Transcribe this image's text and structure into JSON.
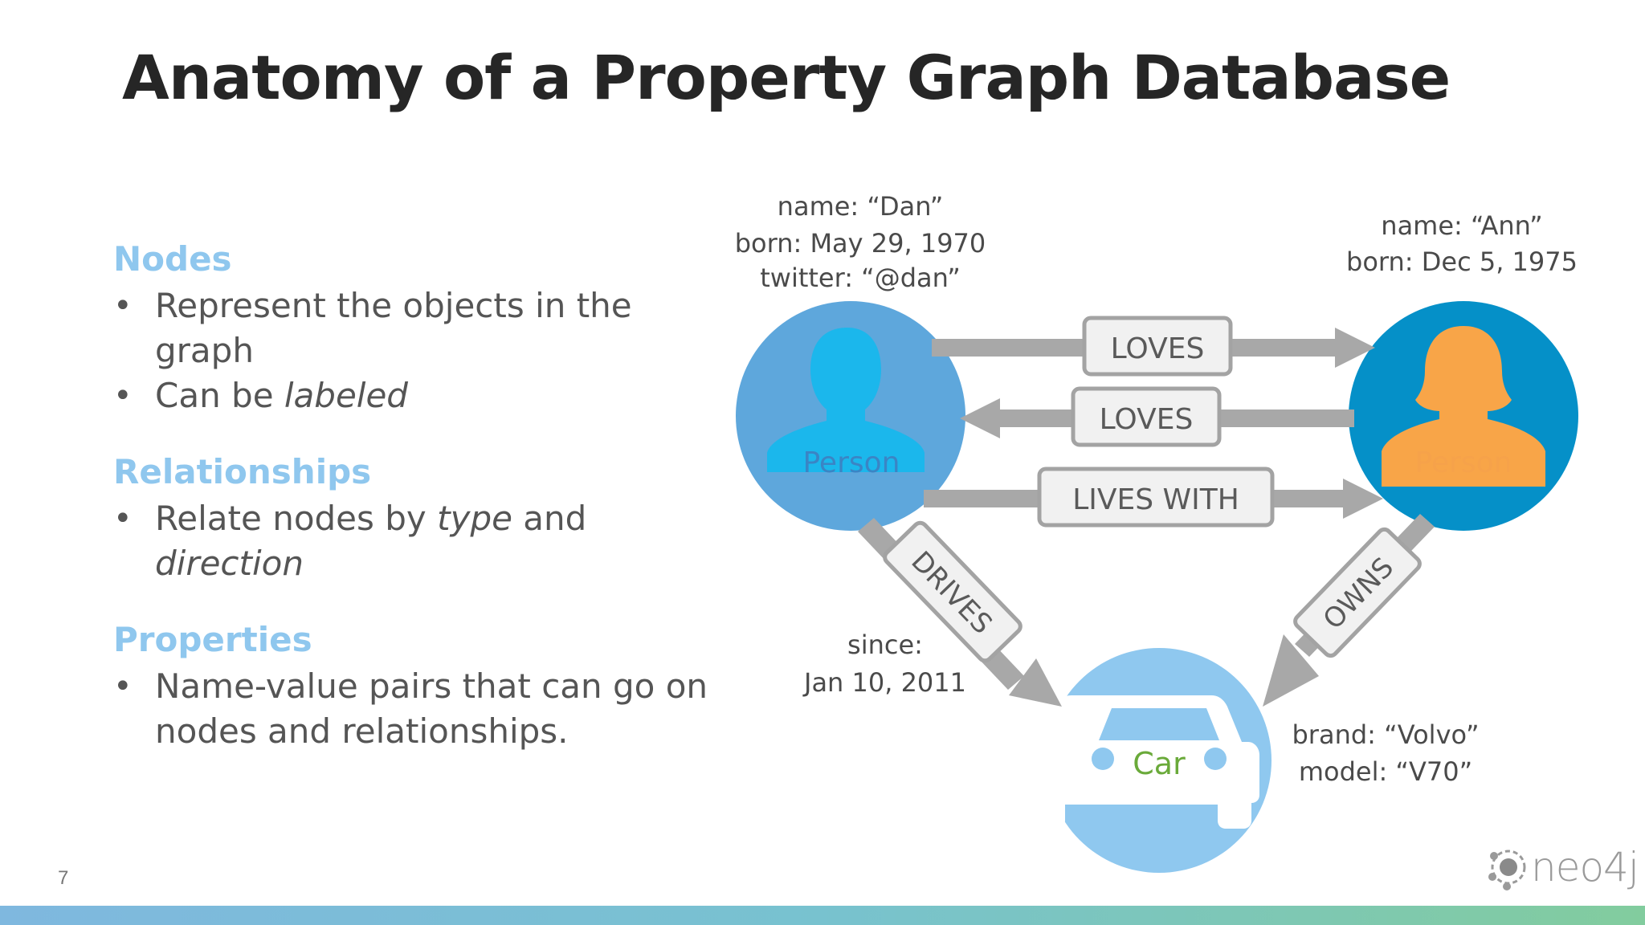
{
  "title": "Anatomy of a Property Graph Database",
  "sections": {
    "nodes": {
      "heading": "Nodes",
      "bullet1": "Represent the objects in the graph",
      "bullet2_pre": "Can be ",
      "bullet2_em": "labeled"
    },
    "relationships": {
      "heading": "Relationships",
      "bullet1_pre": "Relate nodes by ",
      "bullet1_em1": "type",
      "bullet1_mid": " and ",
      "bullet1_em2": "direction"
    },
    "properties": {
      "heading": "Properties",
      "bullet1": "Name-value pairs that can go on nodes and relationships."
    }
  },
  "diagram": {
    "dan": {
      "label": "Person",
      "props": [
        "name: “Dan”",
        "born: May 29, 1970",
        "twitter: “@dan”"
      ]
    },
    "ann": {
      "label": "Person",
      "props": [
        "name: “Ann”",
        "born:  Dec 5, 1975"
      ]
    },
    "car": {
      "label": "Car",
      "props": [
        "brand: “Volvo”",
        "model: “V70”"
      ]
    },
    "relationships": {
      "loves1": "LOVES",
      "loves2": "LOVES",
      "lives_with": "LIVES WITH",
      "drives": "DRIVES",
      "owns": "OWNS"
    },
    "drives_props": [
      "since:",
      "Jan 10, 2011"
    ]
  },
  "page_number": "7",
  "logo_text": "neo4j",
  "colors": {
    "dan_node": "#5ea7dc",
    "dan_icon": "#1bb7ec",
    "ann_node": "#0590c8",
    "ann_icon": "#f8a548",
    "car_node": "#8fc8ef",
    "car_label": "#6aaa3a",
    "arrow": "#a8a8a8",
    "heading": "#8fc7ee"
  }
}
